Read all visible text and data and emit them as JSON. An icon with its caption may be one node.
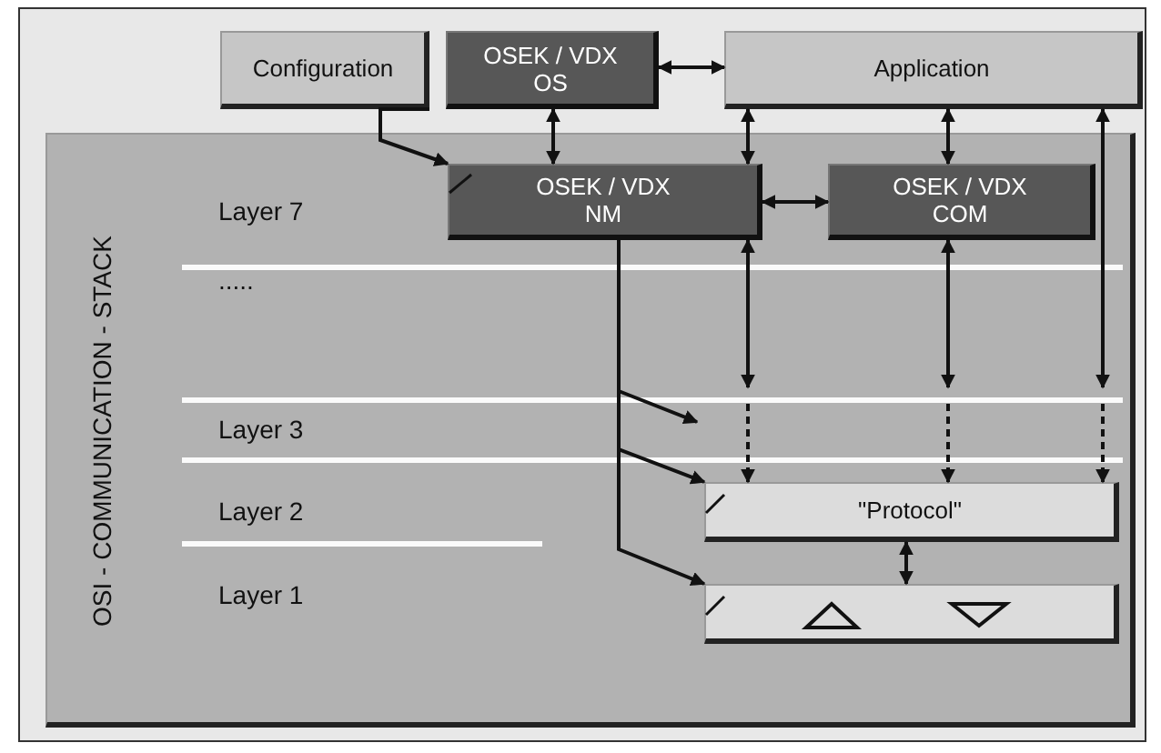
{
  "diagram": {
    "nodes": [
      {
        "text": [
          "Configuration"
        ]
      },
      {
        "text": [
          "OSEK / VDX OS"
        ]
      },
      {
        "text": [
          "Application"
        ]
      },
      {
        "text": [
          "OSI - COMMUNICATION - STACK"
        ]
      },
      {
        "text": [
          "OSEK / VDX NM"
        ],
        "in": 3
      },
      {
        "text": [
          "OSEK / VDX COM"
        ],
        "in": 3
      },
      {
        "text": [
          "\"Protocol\""
        ],
        "in": 3
      },
      {
        "text": [],
        "shape": "box",
        "in": 3
      }
    ],
    "edges": [
      {
        "from": 0,
        "to": 4,
        "arrow": "to"
      },
      {
        "from": 1,
        "to": 2,
        "arrow": "both"
      },
      {
        "from": 1,
        "to": 4,
        "arrow": "both"
      },
      {
        "from": 2,
        "to": 4,
        "arrow": "both"
      },
      {
        "from": 2,
        "to": 5,
        "arrow": "both"
      },
      {
        "from": 4,
        "to": 5,
        "arrow": "both"
      },
      {
        "from": 4,
        "to": null,
        "arrow": "both"
      },
      {
        "from": 5,
        "to": null,
        "arrow": "both"
      },
      {
        "from": 2,
        "to": 3,
        "arrow": "both"
      },
      {
        "from": null,
        "to": 6,
        "arrow": "to",
        "style": "dashed"
      },
      {
        "from": null,
        "to": 6,
        "arrow": "to",
        "style": "dashed"
      },
      {
        "from": null,
        "to": 6,
        "arrow": "to",
        "style": "dashed"
      },
      {
        "from": 4,
        "to": null,
        "arrow": "to"
      },
      {
        "from": 4,
        "to": 6,
        "arrow": "to"
      },
      {
        "from": 4,
        "to": 7,
        "arrow": "to"
      },
      {
        "from": 6,
        "to": 7,
        "arrow": "both"
      }
    ],
    "labels": [
      "Layer 7",
      ".....",
      "Layer 3",
      "Layer 2",
      "Layer 1"
    ]
  }
}
